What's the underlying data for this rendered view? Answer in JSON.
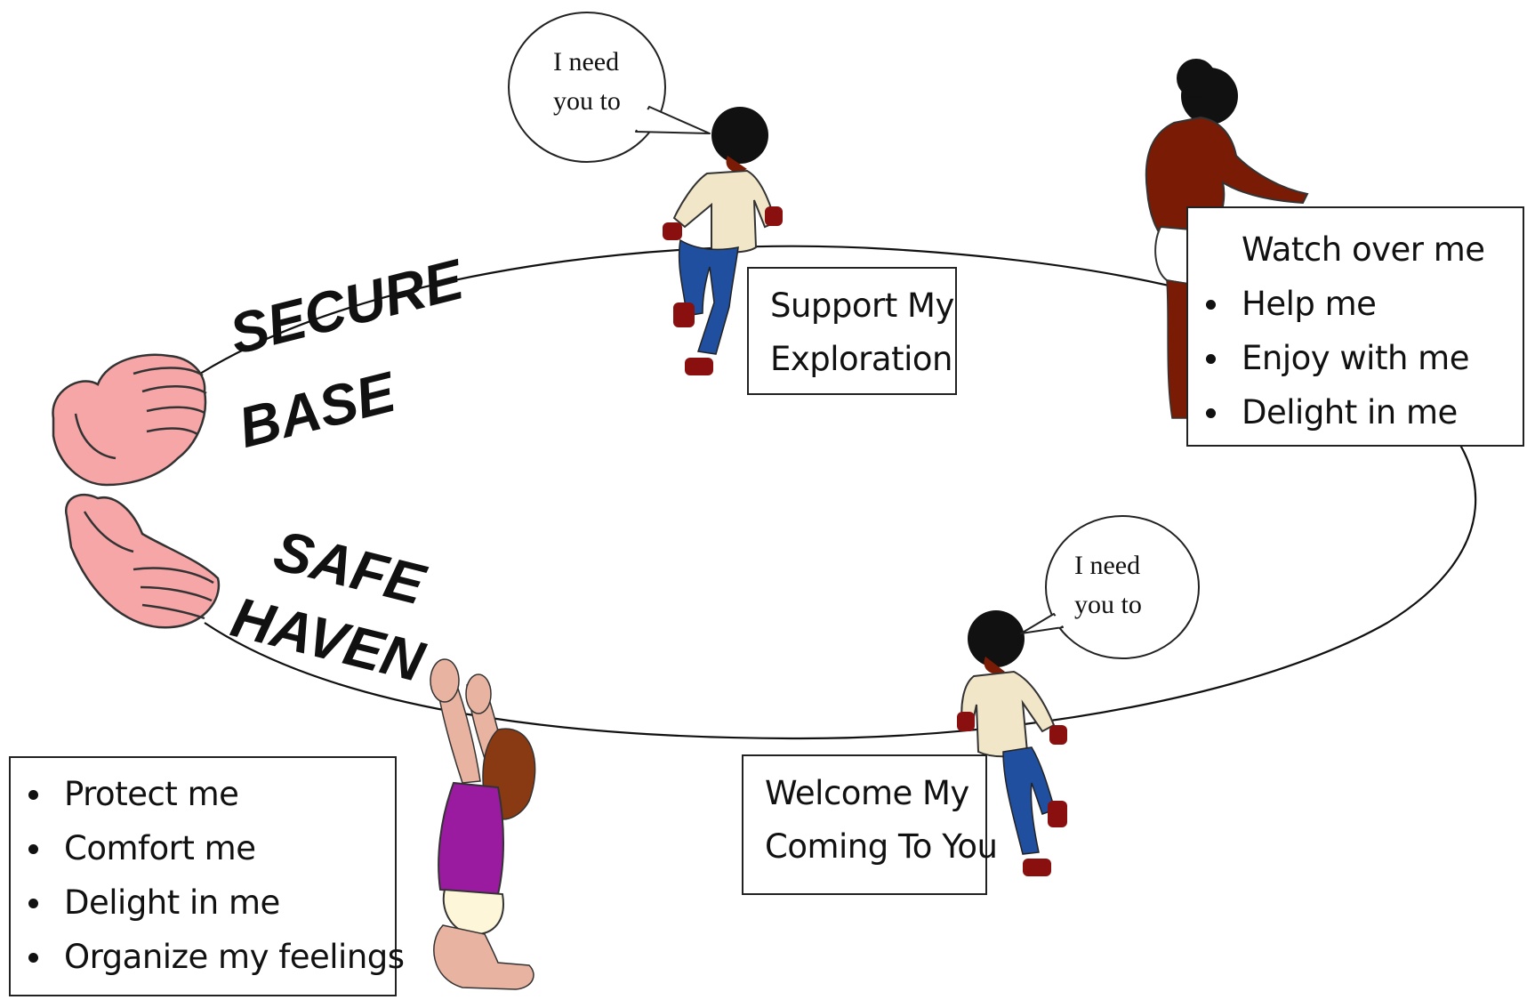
{
  "labels": {
    "secure_base": [
      "SECURE",
      "BASE"
    ],
    "safe_haven": [
      "SAFE",
      "HAVEN"
    ]
  },
  "speech_bubbles": {
    "top": [
      "I need",
      "you to"
    ],
    "bottom": [
      "I need",
      "you to"
    ]
  },
  "boxes": {
    "support_exploration": [
      "Support My",
      "Exploration"
    ],
    "watch_over": {
      "heading": "Watch over me",
      "items": [
        "Help me",
        "Enjoy with me",
        "Delight in me"
      ]
    },
    "welcome_coming": [
      "Welcome My",
      "Coming To You"
    ],
    "protect": {
      "items": [
        "Protect me",
        "Comfort me",
        "Delight in me",
        "Organize my feelings"
      ]
    }
  },
  "colors": {
    "hands": "#f7a6a8",
    "skin_dark": "#7a1c05",
    "skin_light": "#e8b3a0",
    "shirt": "#f2e6c8",
    "jeans": "#1f4f9e",
    "shoes": "#8a0f0f",
    "purple_shirt": "#9a1aa0",
    "hair_brown": "#8a3a12"
  },
  "icons": [
    "open-hand-icon",
    "toddler-walking-icon",
    "toddler-climbing-icon",
    "toddler-reaching-icon",
    "speech-bubble-icon"
  ]
}
